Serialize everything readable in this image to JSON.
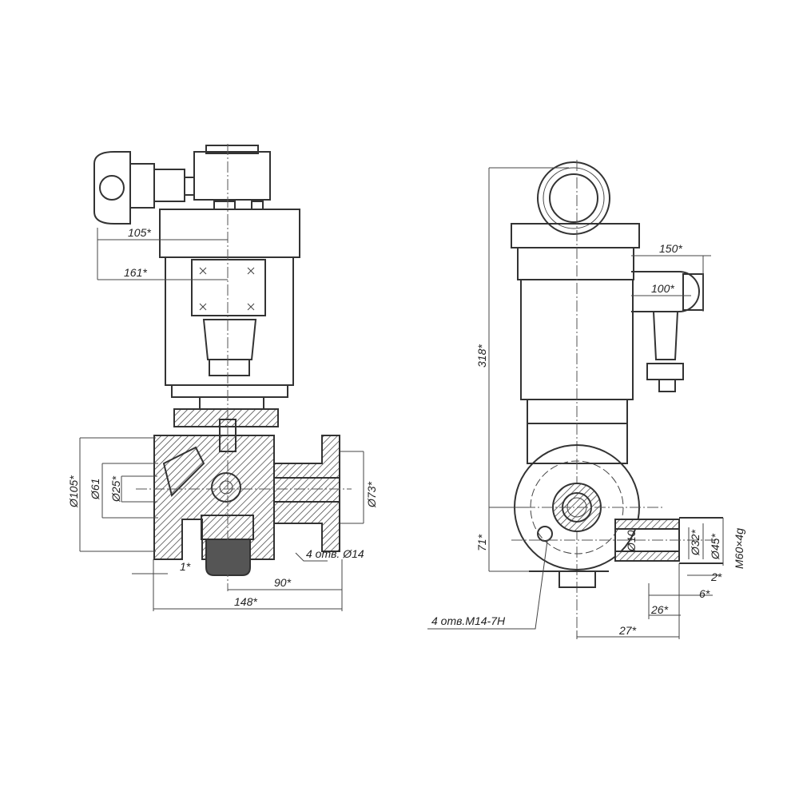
{
  "left_view": {
    "dimensions": {
      "d105": "105*",
      "d161": "161*",
      "dia105": "Ø105*",
      "dia61": "Ø61",
      "dia25": "Ø25*",
      "dia73": "Ø73*",
      "d1": "1*",
      "d90": "90*",
      "d148": "148*",
      "holes": "4 отв. Ø14"
    }
  },
  "right_view": {
    "dimensions": {
      "d150": "150*",
      "d100": "100*",
      "d318": "318*",
      "d71": "71*",
      "dia10": "Ø10",
      "dia32": "Ø32*",
      "dia45": "Ø45*",
      "thread": "M60×4g",
      "d2": "2*",
      "d6": "6*",
      "d26": "26*",
      "d27": "27*",
      "holes": "4 отв.М14-7Н"
    }
  }
}
